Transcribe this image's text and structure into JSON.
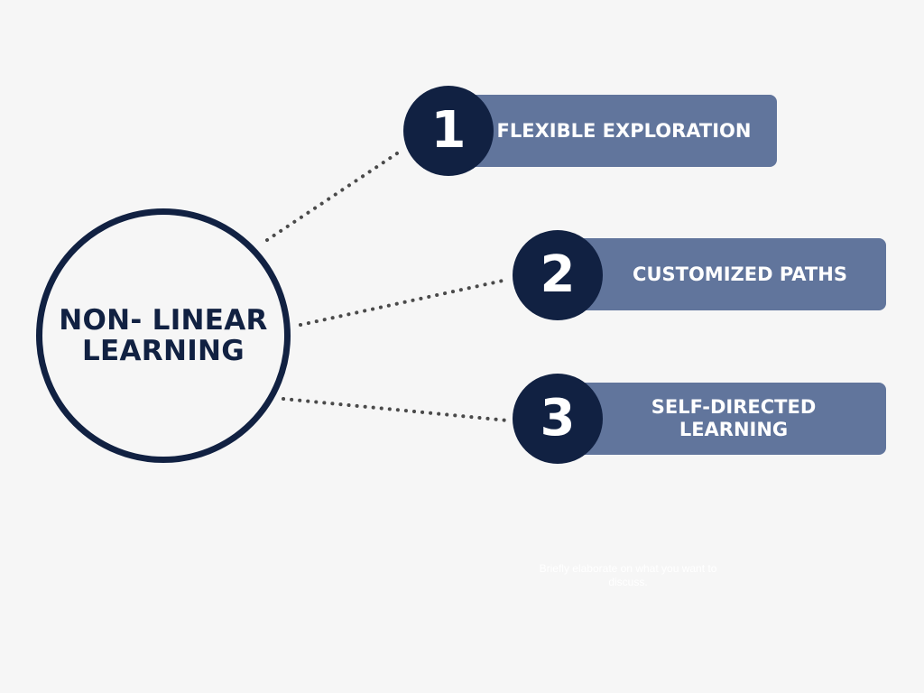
{
  "hub": {
    "title": "NON- LINEAR LEARNING"
  },
  "items": [
    {
      "number": "1",
      "label": "FLEXIBLE EXPLORATION"
    },
    {
      "number": "2",
      "label": "CUSTOMIZED PATHS"
    },
    {
      "number": "3",
      "label": "SELF-DIRECTED LEARNING"
    }
  ],
  "note": "Briefly elaborate on what you want to discuss.",
  "colors": {
    "background": "#f6f6f6",
    "navy": "#112142",
    "bar": "#61759c",
    "connector": "#4a4a4a",
    "text_light": "#ffffff"
  }
}
